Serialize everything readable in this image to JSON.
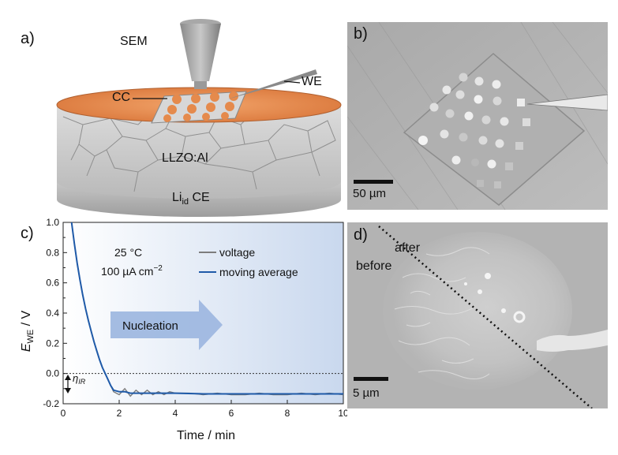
{
  "panel_a": {
    "letter": "a)",
    "sem_label": "SEM",
    "we_label": "WE",
    "cc_label": "CC",
    "llzo_label": "LLZO:Al",
    "ce_label_main": "Li",
    "ce_label_sub": "id",
    "ce_label_tail": " CE"
  },
  "panel_b": {
    "letter": "b)",
    "scale_label": "50 µm"
  },
  "panel_c": {
    "letter": "c)",
    "condition_temp": "25 °C",
    "condition_current": "100 µA cm",
    "condition_current_sup": "−2",
    "nucleation_label": "Nucleation",
    "eta_label": "η",
    "eta_sub": "IR"
  },
  "panel_d": {
    "letter": "d)",
    "after_label": "after",
    "before_label": "before",
    "scale_label": "5 µm"
  },
  "colors": {
    "copper": "#e58a4c",
    "voltage": "#7d7d7d",
    "moving_average": "#1f5aa8",
    "arrow": "#9fb8e0",
    "plot_bg_end": "#c9d8ee"
  },
  "chart_data": {
    "type": "line",
    "xlabel": "Time / min",
    "ylabel_main": "E",
    "ylabel_sub": "WE",
    "ylabel_tail": " / V",
    "xlim": [
      0,
      10
    ],
    "ylim": [
      -0.2,
      1.0
    ],
    "x_ticks": [
      0,
      2,
      4,
      6,
      8,
      10
    ],
    "y_ticks": [
      -0.2,
      -0.1,
      0.0,
      0.1,
      0.2,
      0.3,
      0.4,
      0.5,
      0.6,
      0.7,
      0.8,
      0.9,
      1.0
    ],
    "zero_reference_line": 0.0,
    "legend_position": "top-right",
    "series": [
      {
        "name": "voltage",
        "x": [
          0.3,
          0.4,
          0.5,
          0.6,
          0.7,
          0.8,
          0.9,
          1.0,
          1.1,
          1.2,
          1.3,
          1.4,
          1.5,
          1.6,
          1.7,
          1.8,
          2.0,
          2.2,
          2.4,
          2.6,
          2.8,
          3.0,
          3.2,
          3.4,
          3.6,
          3.8,
          4.0,
          4.5,
          5.0,
          5.5,
          6.0,
          6.5,
          7.0,
          7.5,
          8.0,
          8.5,
          9.0,
          9.5,
          10.0
        ],
        "y": [
          1.0,
          0.86,
          0.73,
          0.62,
          0.52,
          0.43,
          0.35,
          0.28,
          0.21,
          0.15,
          0.09,
          0.04,
          0.0,
          -0.04,
          -0.08,
          -0.12,
          -0.14,
          -0.1,
          -0.15,
          -0.11,
          -0.14,
          -0.11,
          -0.14,
          -0.12,
          -0.14,
          -0.12,
          -0.13,
          -0.13,
          -0.14,
          -0.13,
          -0.14,
          -0.14,
          -0.13,
          -0.14,
          -0.14,
          -0.13,
          -0.14,
          -0.13,
          -0.14
        ]
      },
      {
        "name": "moving average",
        "x": [
          0.3,
          0.4,
          0.5,
          0.6,
          0.7,
          0.8,
          0.9,
          1.0,
          1.1,
          1.2,
          1.3,
          1.4,
          1.5,
          1.6,
          1.7,
          1.8,
          2.0,
          2.2,
          2.4,
          2.6,
          2.8,
          3.0,
          3.5,
          4.0,
          5.0,
          6.0,
          7.0,
          8.0,
          9.0,
          10.0
        ],
        "y": [
          1.0,
          0.86,
          0.73,
          0.62,
          0.52,
          0.43,
          0.35,
          0.28,
          0.21,
          0.15,
          0.09,
          0.04,
          0.0,
          -0.04,
          -0.08,
          -0.11,
          -0.12,
          -0.12,
          -0.13,
          -0.13,
          -0.13,
          -0.13,
          -0.13,
          -0.13,
          -0.135,
          -0.135,
          -0.135,
          -0.135,
          -0.135,
          -0.135
        ]
      }
    ]
  }
}
